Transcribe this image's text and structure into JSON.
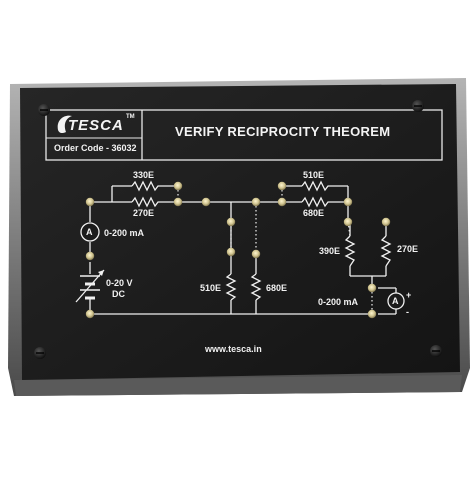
{
  "panel": {
    "brand": "TESCA",
    "trademark": "TM",
    "order_code": "Order Code - 36032",
    "title": "VERIFY  RECIPROCITY THEOREM",
    "website": "www.tesca.in"
  },
  "components": {
    "r_top_left_upper": "330E",
    "r_top_left_lower": "270E",
    "r_top_right_upper": "510E",
    "r_top_right_lower": "680E",
    "r_mid_left": "510E",
    "r_mid_right": "680E",
    "r_right_left": "390E",
    "r_right_right": "270E",
    "ammeter_left": "0-200 mA",
    "ammeter_right": "0-200 mA",
    "ammeter_symbol": "A",
    "source_range": "0-20 V",
    "source_type": "DC",
    "plus_sign": "+",
    "minus_sign": "-"
  },
  "colors": {
    "panel": "#1c1c1c",
    "frame": "#8c8c8c",
    "print": "#f2f2f2",
    "socket": "#d7cd9e"
  }
}
